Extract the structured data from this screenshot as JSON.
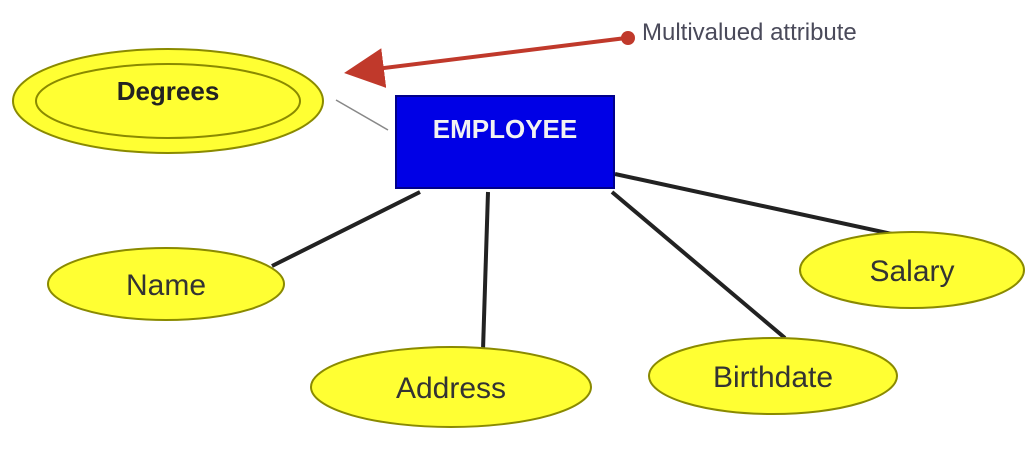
{
  "entity": {
    "label": "EMPLOYEE"
  },
  "multivalued_attribute": {
    "label": "Degrees"
  },
  "attributes": [
    {
      "label": "Name"
    },
    {
      "label": "Address"
    },
    {
      "label": "Birthdate"
    },
    {
      "label": "Salary"
    }
  ],
  "annotation": {
    "label": "Multivalued  attribute"
  },
  "colors": {
    "entity_fill": "#0000e6",
    "attribute_fill": "#ffff33",
    "attribute_stroke": "#8a8a00",
    "connector": "#222222",
    "arrow": "#c0392b"
  }
}
